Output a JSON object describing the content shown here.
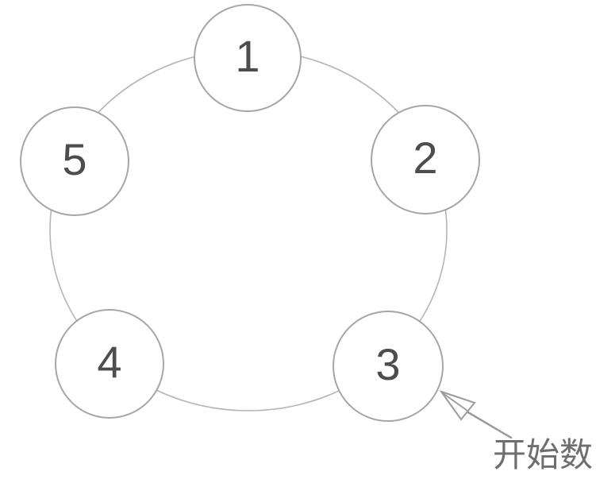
{
  "figure": {
    "nodes": [
      {
        "label": "1"
      },
      {
        "label": "2"
      },
      {
        "label": "3"
      },
      {
        "label": "4"
      },
      {
        "label": "5"
      }
    ],
    "annotation": {
      "label": "开始数"
    },
    "colors": {
      "background": "#ffffff",
      "ring_stroke": "#b5b5b5",
      "node_stroke": "#a6a6a6",
      "node_fill": "#ffffff",
      "number_color": "#4d4d4d",
      "arrow_stroke": "#9b9b9b",
      "arrow_head_fill": "#ffffff",
      "annotation_color": "#6e6e6e"
    }
  }
}
